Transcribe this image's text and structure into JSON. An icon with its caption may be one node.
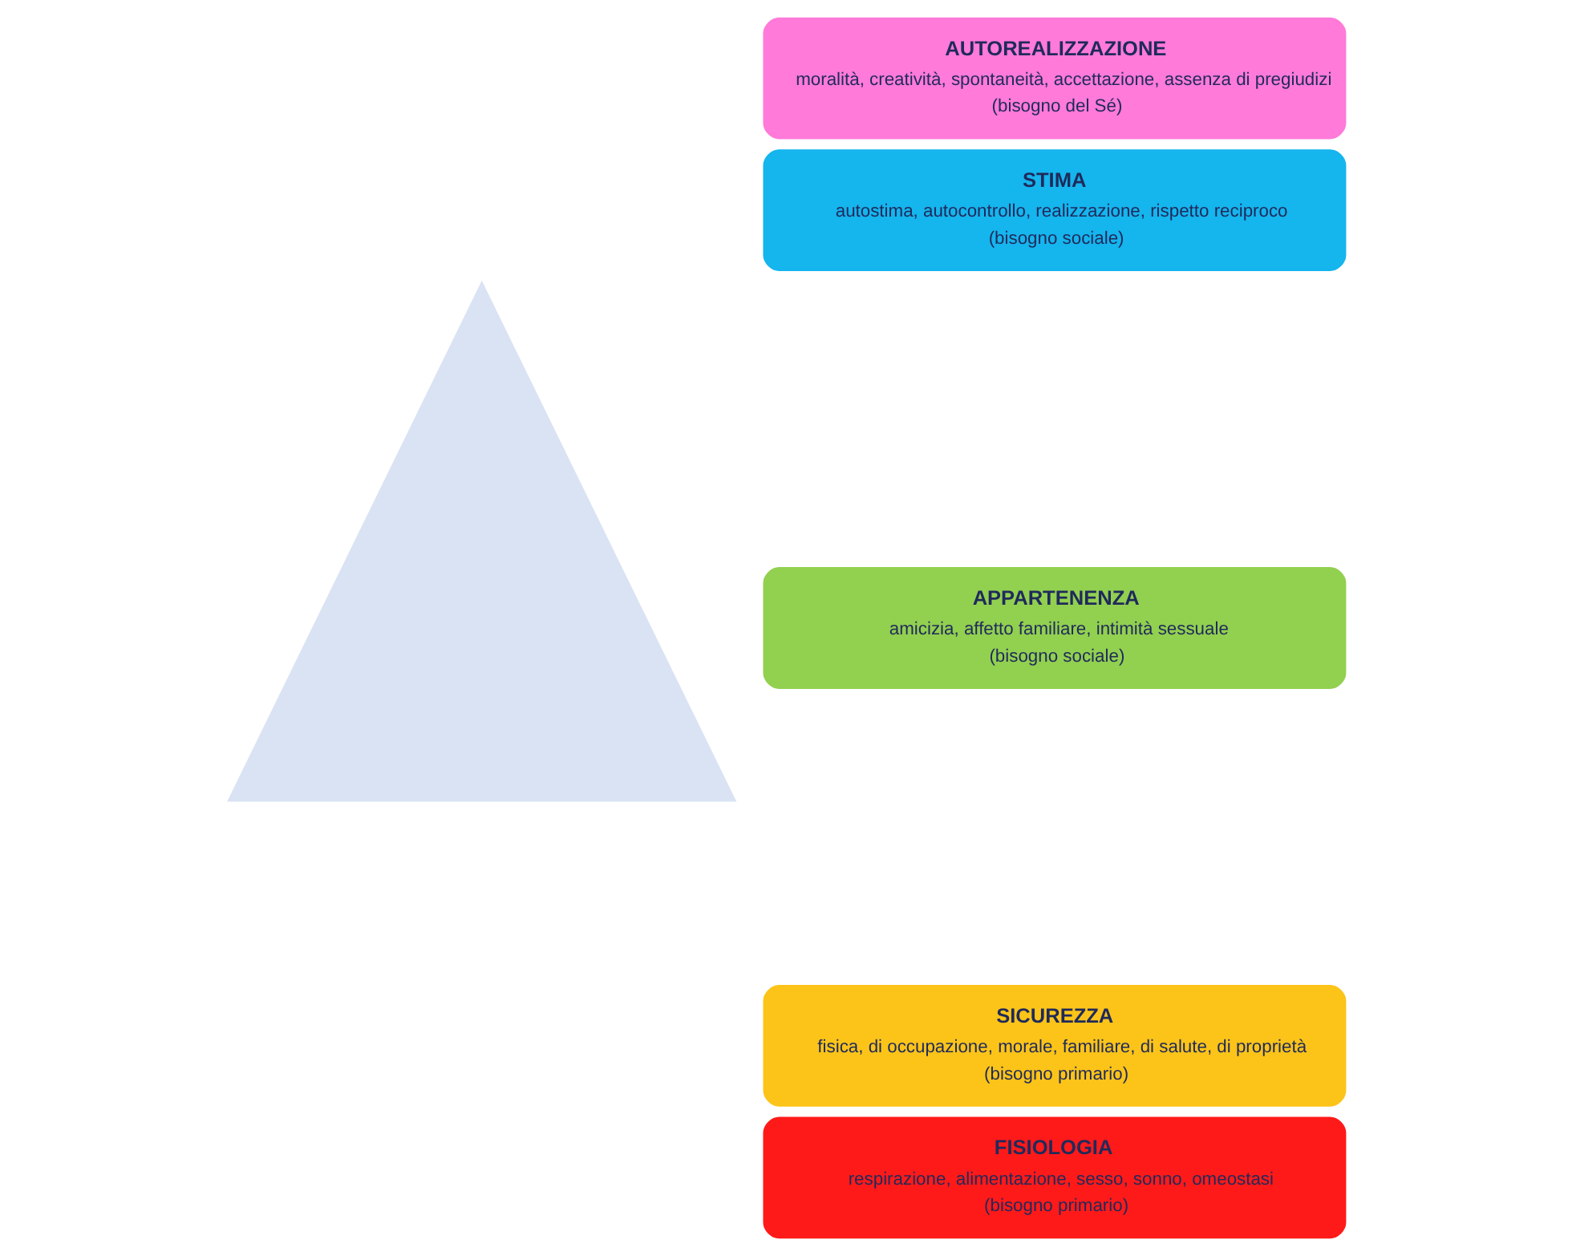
{
  "diagram": {
    "nodes": [
      {
        "text": [],
        "shape": "triangle"
      },
      {
        "text": [
          "AUTOREALIZZAZIONE",
          "moralità, creatività, spontaneità, accettazione, assenza di pregiudizi",
          "(bisogno del Sé)"
        ]
      },
      {
        "text": [
          "STIMA",
          "autostima, autocontrollo, realizzazione, rispetto reciproco",
          "(bisogno sociale)"
        ]
      },
      {
        "text": [
          "APPARTENENZA",
          "amicizia, affetto familiare, intimità sessuale",
          "(bisogno sociale)"
        ]
      },
      {
        "text": [
          "SICUREZZA",
          "fisica, di occupazione, morale, familiare, di salute, di proprietà",
          "(bisogno primario)"
        ]
      },
      {
        "text": [
          "FISIOLOGIA",
          "respirazione, alimentazione, sesso, sonno, omeostasi",
          "(bisogno primario)"
        ]
      }
    ],
    "edges": []
  }
}
